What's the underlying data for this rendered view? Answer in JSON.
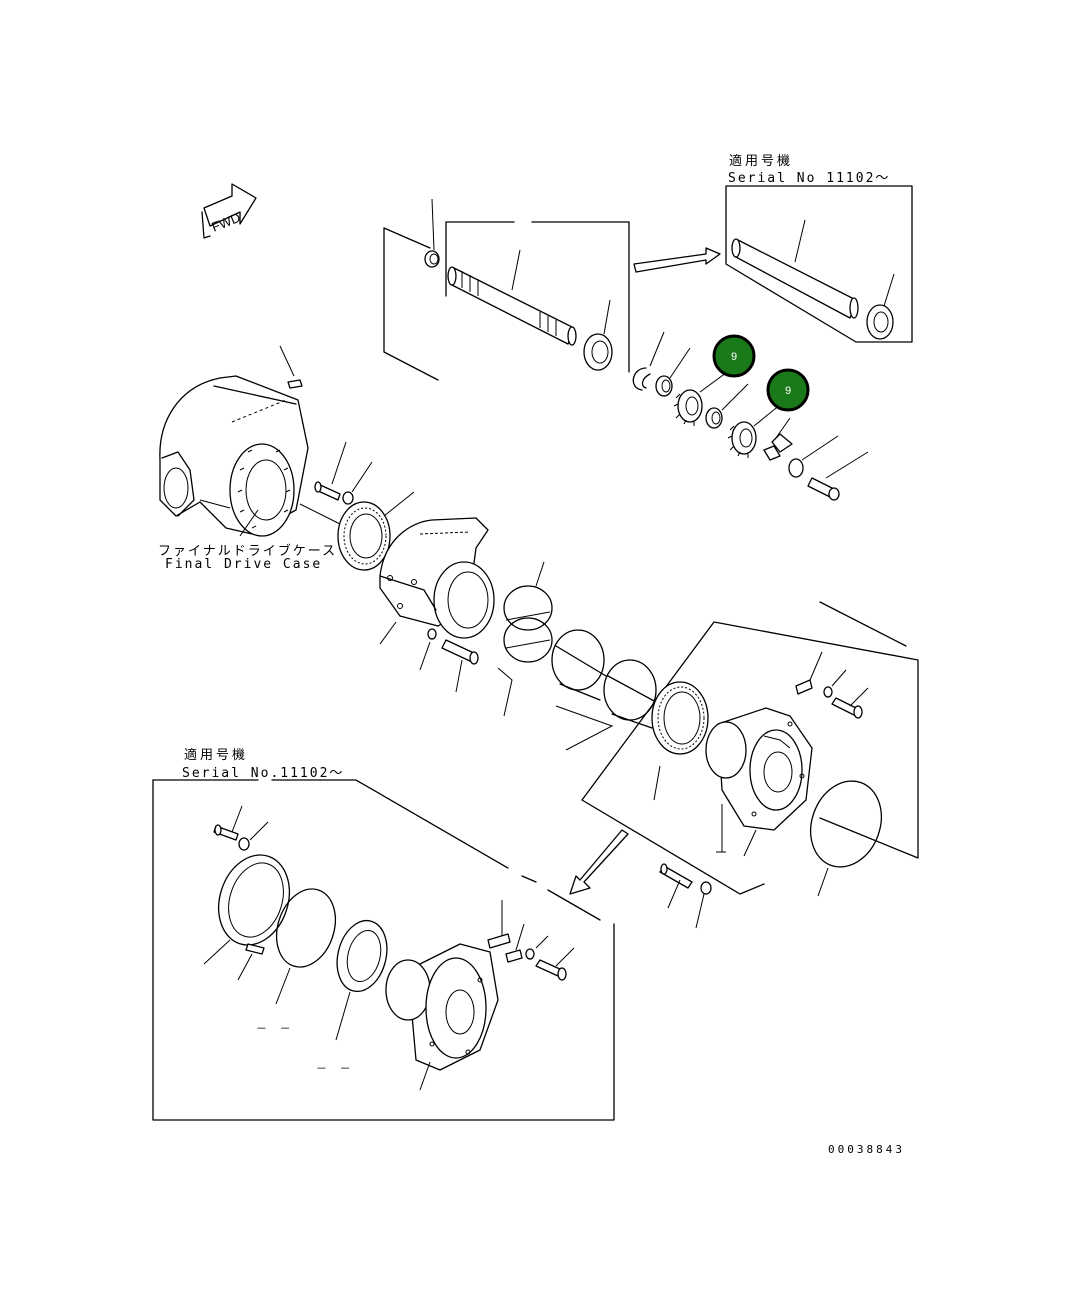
{
  "labels": {
    "serial_top_jp": "適用号機",
    "serial_top_en": "Serial No 11102～",
    "serial_bottom_jp": "適用号機",
    "serial_bottom_en": "Serial No.11102～",
    "case_jp": "ファイナルドライブケース",
    "case_en": "Final Drive Case",
    "fwd": "FWD",
    "drawing_no": "00038843",
    "dash_a": "－ －",
    "dash_b": "－ －"
  },
  "markers": [
    {
      "text": "9",
      "color": "#1a7a1a"
    },
    {
      "text": "9",
      "color": "#1a7a1a"
    }
  ]
}
